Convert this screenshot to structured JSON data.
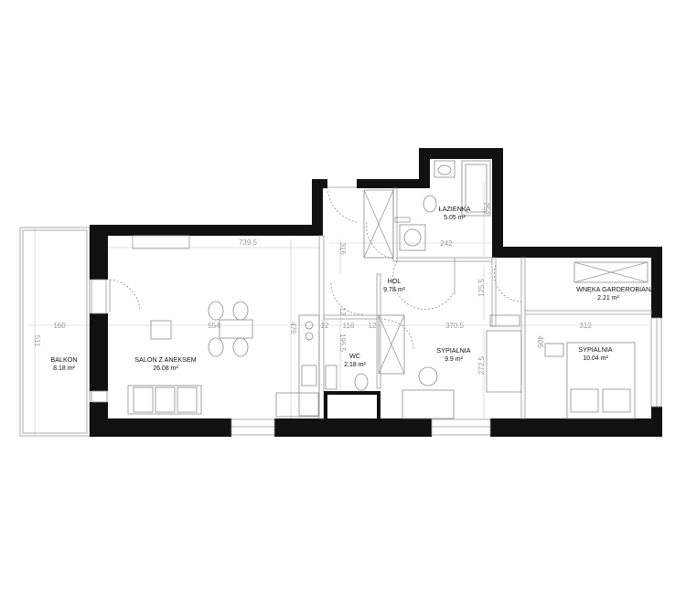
{
  "rooms": {
    "balkon": {
      "name": "BALKON",
      "area": "8.18 m²"
    },
    "salon": {
      "name": "SALON Z ANEKSEM",
      "area": "26.08 m²"
    },
    "lazienka": {
      "name": "ŁAZIENKA",
      "area": "5.05 m²"
    },
    "hol": {
      "name": "HOL",
      "area": "9.78 m²"
    },
    "wc": {
      "name": "WC",
      "area": "2.18 m²"
    },
    "sypialnia1": {
      "name": "SYPIALNIA",
      "area": "9.9 m²"
    },
    "sypialnia2": {
      "name": "SYPIALNIA",
      "area": "10.04 m²"
    },
    "garderoba": {
      "name": "WNĘKA GARDEROBIANA",
      "area": "2.21 m²"
    }
  },
  "dimensions": {
    "d739": "739.5",
    "d316": "316",
    "d242": "242",
    "d253": "253",
    "d1255": "125.5",
    "d160": "160",
    "d511": "511",
    "d554": "554",
    "d476": "476",
    "d12a": "12",
    "d116": "116",
    "d12b": "12",
    "d12c": "12",
    "d1955": "195.5",
    "d3705": "370.5",
    "d312": "312",
    "d406": "406",
    "d2725": "272.5"
  },
  "colors": {
    "wall": "#111111",
    "line": "#9a9a9a",
    "dim_text": "#9a9a9a"
  }
}
